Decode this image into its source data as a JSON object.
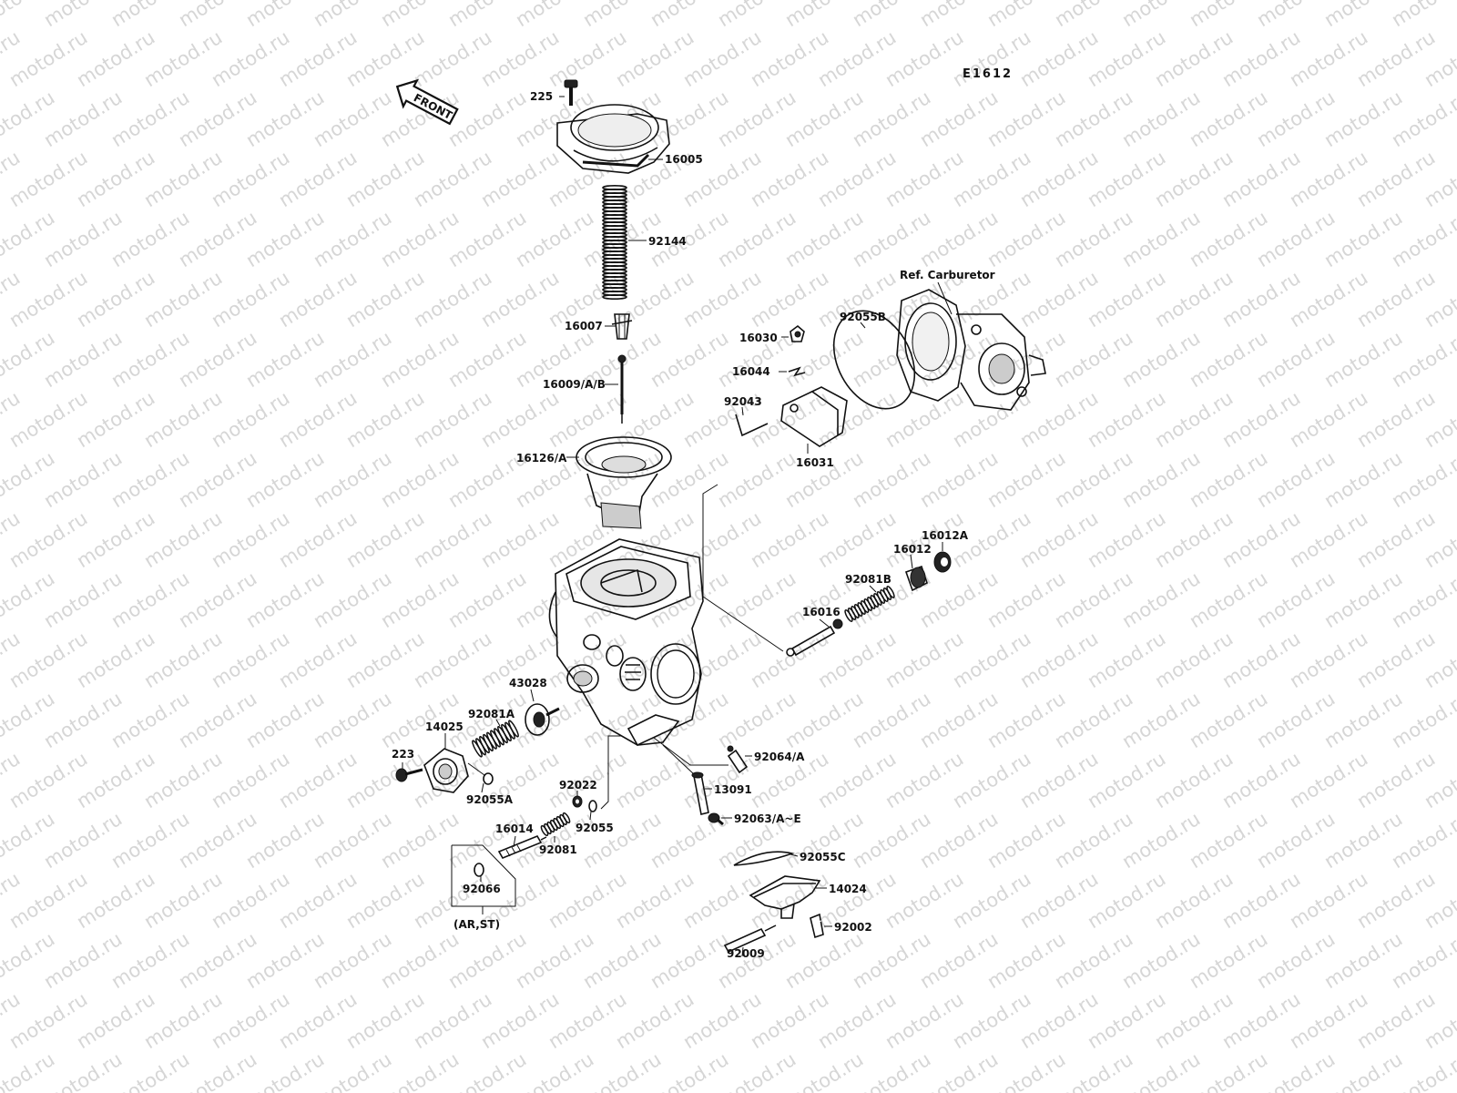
{
  "diagram_id": "E1612",
  "front_label": "FRONT",
  "watermark": "motod.ru",
  "ref_label": "Ref. Carburetor",
  "note": "(AR,ST)",
  "parts": {
    "p225": "225",
    "p16005": "16005",
    "p92144": "92144",
    "p16007": "16007",
    "p16009": "16009/A/B",
    "p16126": "16126/A",
    "p16030": "16030",
    "p16044": "16044",
    "p92043": "92043",
    "p16031": "16031",
    "p92055B": "92055B",
    "p16012A": "16012A",
    "p16012": "16012",
    "p92081B": "92081B",
    "p16016": "16016",
    "p43028": "43028",
    "p92081A": "92081A",
    "p14025": "14025",
    "p223": "223",
    "p92055A": "92055A",
    "p92064": "92064/A",
    "p13091": "13091",
    "p92022": "92022",
    "p92055": "92055",
    "p16014": "16014",
    "p92081": "92081",
    "p92063": "92063/A~E",
    "p92066": "92066",
    "p92055C": "92055C",
    "p14024": "14024",
    "p92002": "92002",
    "p92009": "92009"
  }
}
